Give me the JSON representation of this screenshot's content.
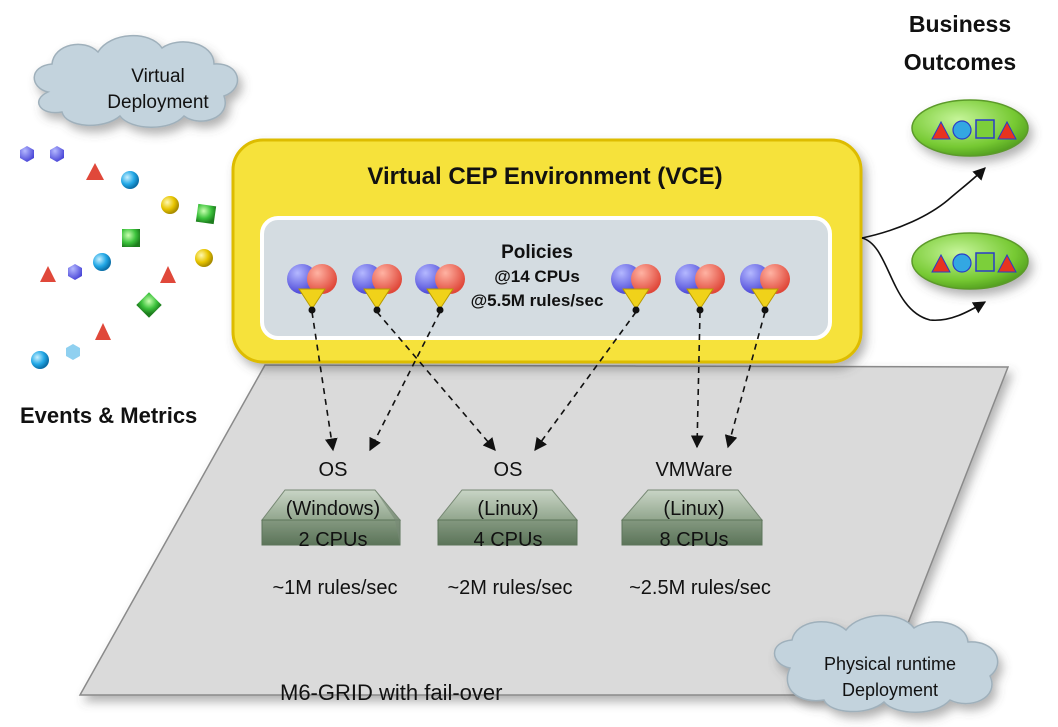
{
  "clouds": {
    "virtual": [
      "Virtual",
      "Deployment"
    ],
    "physical": [
      "Physical runtime",
      "Deployment"
    ]
  },
  "business_outcomes": [
    "Business",
    "Outcomes"
  ],
  "events_label": "Events & Metrics",
  "vce": {
    "title": "Virtual CEP Environment (VCE)",
    "policies": [
      "Policies",
      "@14 CPUs",
      "@5.5M rules/sec"
    ]
  },
  "grid_label": "M6-GRID with fail-over",
  "nodes": [
    {
      "lines": [
        "OS",
        "(Windows)",
        "2 CPUs"
      ],
      "rate": "~1M rules/sec"
    },
    {
      "lines": [
        "OS",
        "(Linux)",
        "4 CPUs"
      ],
      "rate": "~2M rules/sec"
    },
    {
      "lines": [
        "VMWare",
        "(Linux)",
        "8 CPUs"
      ],
      "rate": "~2.5M rules/sec"
    }
  ],
  "colors": {
    "vce_fill": "#f7e23a",
    "vce_border": "#e3c400",
    "policies_fill": "#d3dbe0",
    "grid_fill": "#d9d9d9",
    "cloud_fill": "#c2d2dc",
    "outcome_fill": "#7ccf3a"
  },
  "icons": [
    "hexagon-icon",
    "triangle-icon",
    "sphere-icon",
    "cube-icon",
    "policy-rule-icon",
    "cpu-node-icon"
  ]
}
